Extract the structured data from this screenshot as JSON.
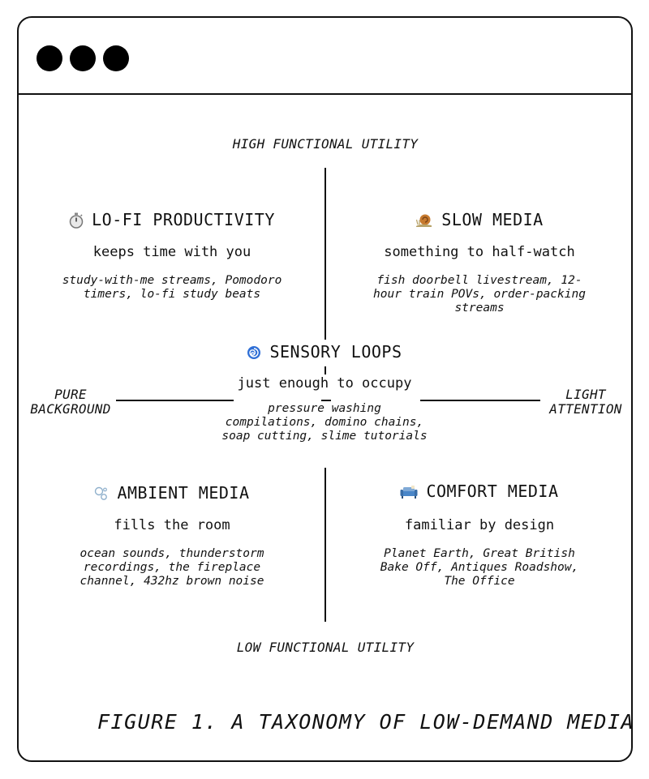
{
  "diagram": {
    "axes": {
      "top": "HIGH FUNCTIONAL UTILITY",
      "bottom": "LOW FUNCTIONAL UTILITY",
      "left": "PURE BACKGROUND",
      "right": "LIGHT ATTENTION"
    },
    "quadrants": {
      "top_left": {
        "icon": "stopwatch-icon",
        "title": "LO-FI PRODUCTIVITY",
        "subtitle": "keeps time with you",
        "examples": "study-with-me streams, Pomodoro timers, lo-fi study beats"
      },
      "top_right": {
        "icon": "snail-icon",
        "title": "SLOW MEDIA",
        "subtitle": "something to half-watch",
        "examples": "fish doorbell livestream, 12-hour train POVs, order-packing streams"
      },
      "center": {
        "icon": "cyclone-icon",
        "title": "SENSORY LOOPS",
        "subtitle": "just enough to occupy",
        "examples": "pressure washing compilations, domino chains, soap cutting, slime tutorials"
      },
      "bottom_left": {
        "icon": "bubbles-icon",
        "title": "AMBIENT MEDIA",
        "subtitle": "fills the room",
        "examples": "ocean sounds, thunderstorm recordings, the fireplace channel, 432hz brown noise"
      },
      "bottom_right": {
        "icon": "couch-icon",
        "title": "COMFORT MEDIA",
        "subtitle": "familiar by design",
        "examples": "Planet Earth, Great British Bake Off, Antiques Roadshow, The Office"
      }
    },
    "caption": "FIGURE 1. A TAXONOMY OF LOW-DEMAND MEDIA"
  },
  "colors": {
    "ink": "#111111",
    "background": "#ffffff",
    "snail_shell": "#c77a2e",
    "cyclone": "#2f6fd6",
    "couch": "#4a86c8"
  }
}
